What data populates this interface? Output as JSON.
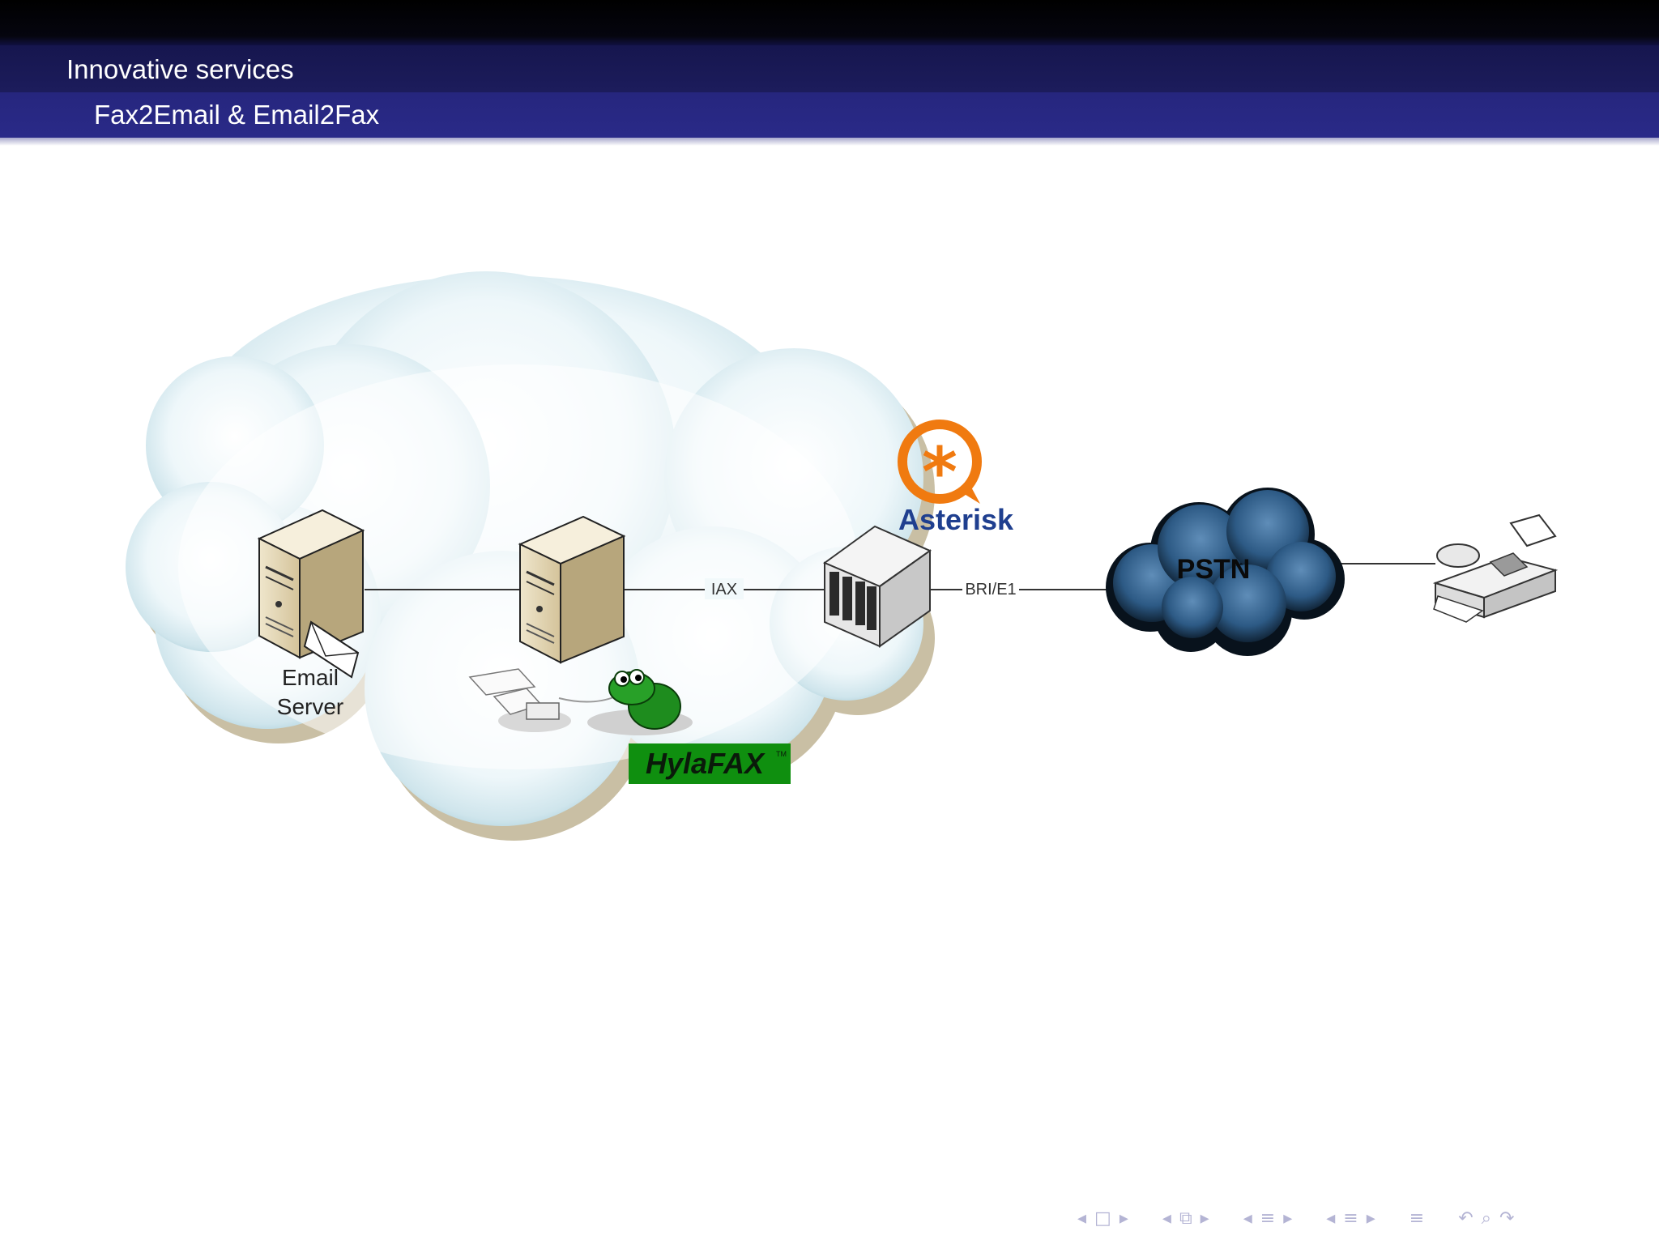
{
  "header": {
    "section": "Innovative services",
    "subsection": "Fax2Email & Email2Fax"
  },
  "diagram": {
    "email_server": {
      "label_line1": "Email",
      "label_line2": "Server"
    },
    "hylafax": {
      "logo_text": "HylaFAX",
      "tm": "TM"
    },
    "asterisk": {
      "logo_text": "Asterisk"
    },
    "pstn": {
      "label": "PSTN"
    },
    "links": {
      "iax": "IAX",
      "bri_e1": "BRI/E1"
    }
  },
  "colors": {
    "topbar": "#000000",
    "section_bar": "#1a1a58",
    "subsection_bar": "#28288a",
    "asterisk_orange": "#f07a10",
    "asterisk_blue": "#1f3f8f",
    "hylafax_green": "#109010",
    "pstn_cloud": "#2d5a85"
  },
  "navigation": {
    "icons": [
      "nav-prev-icon",
      "frame-icon",
      "nav-next-icon",
      "nav-prev-icon",
      "subsection-icon",
      "nav-next-icon",
      "nav-prev-icon",
      "section-icon",
      "nav-next-icon",
      "nav-prev-icon",
      "presentation-icon",
      "nav-next-icon",
      "toc-icon",
      "undo-icon",
      "search-icon",
      "redo-icon"
    ]
  }
}
